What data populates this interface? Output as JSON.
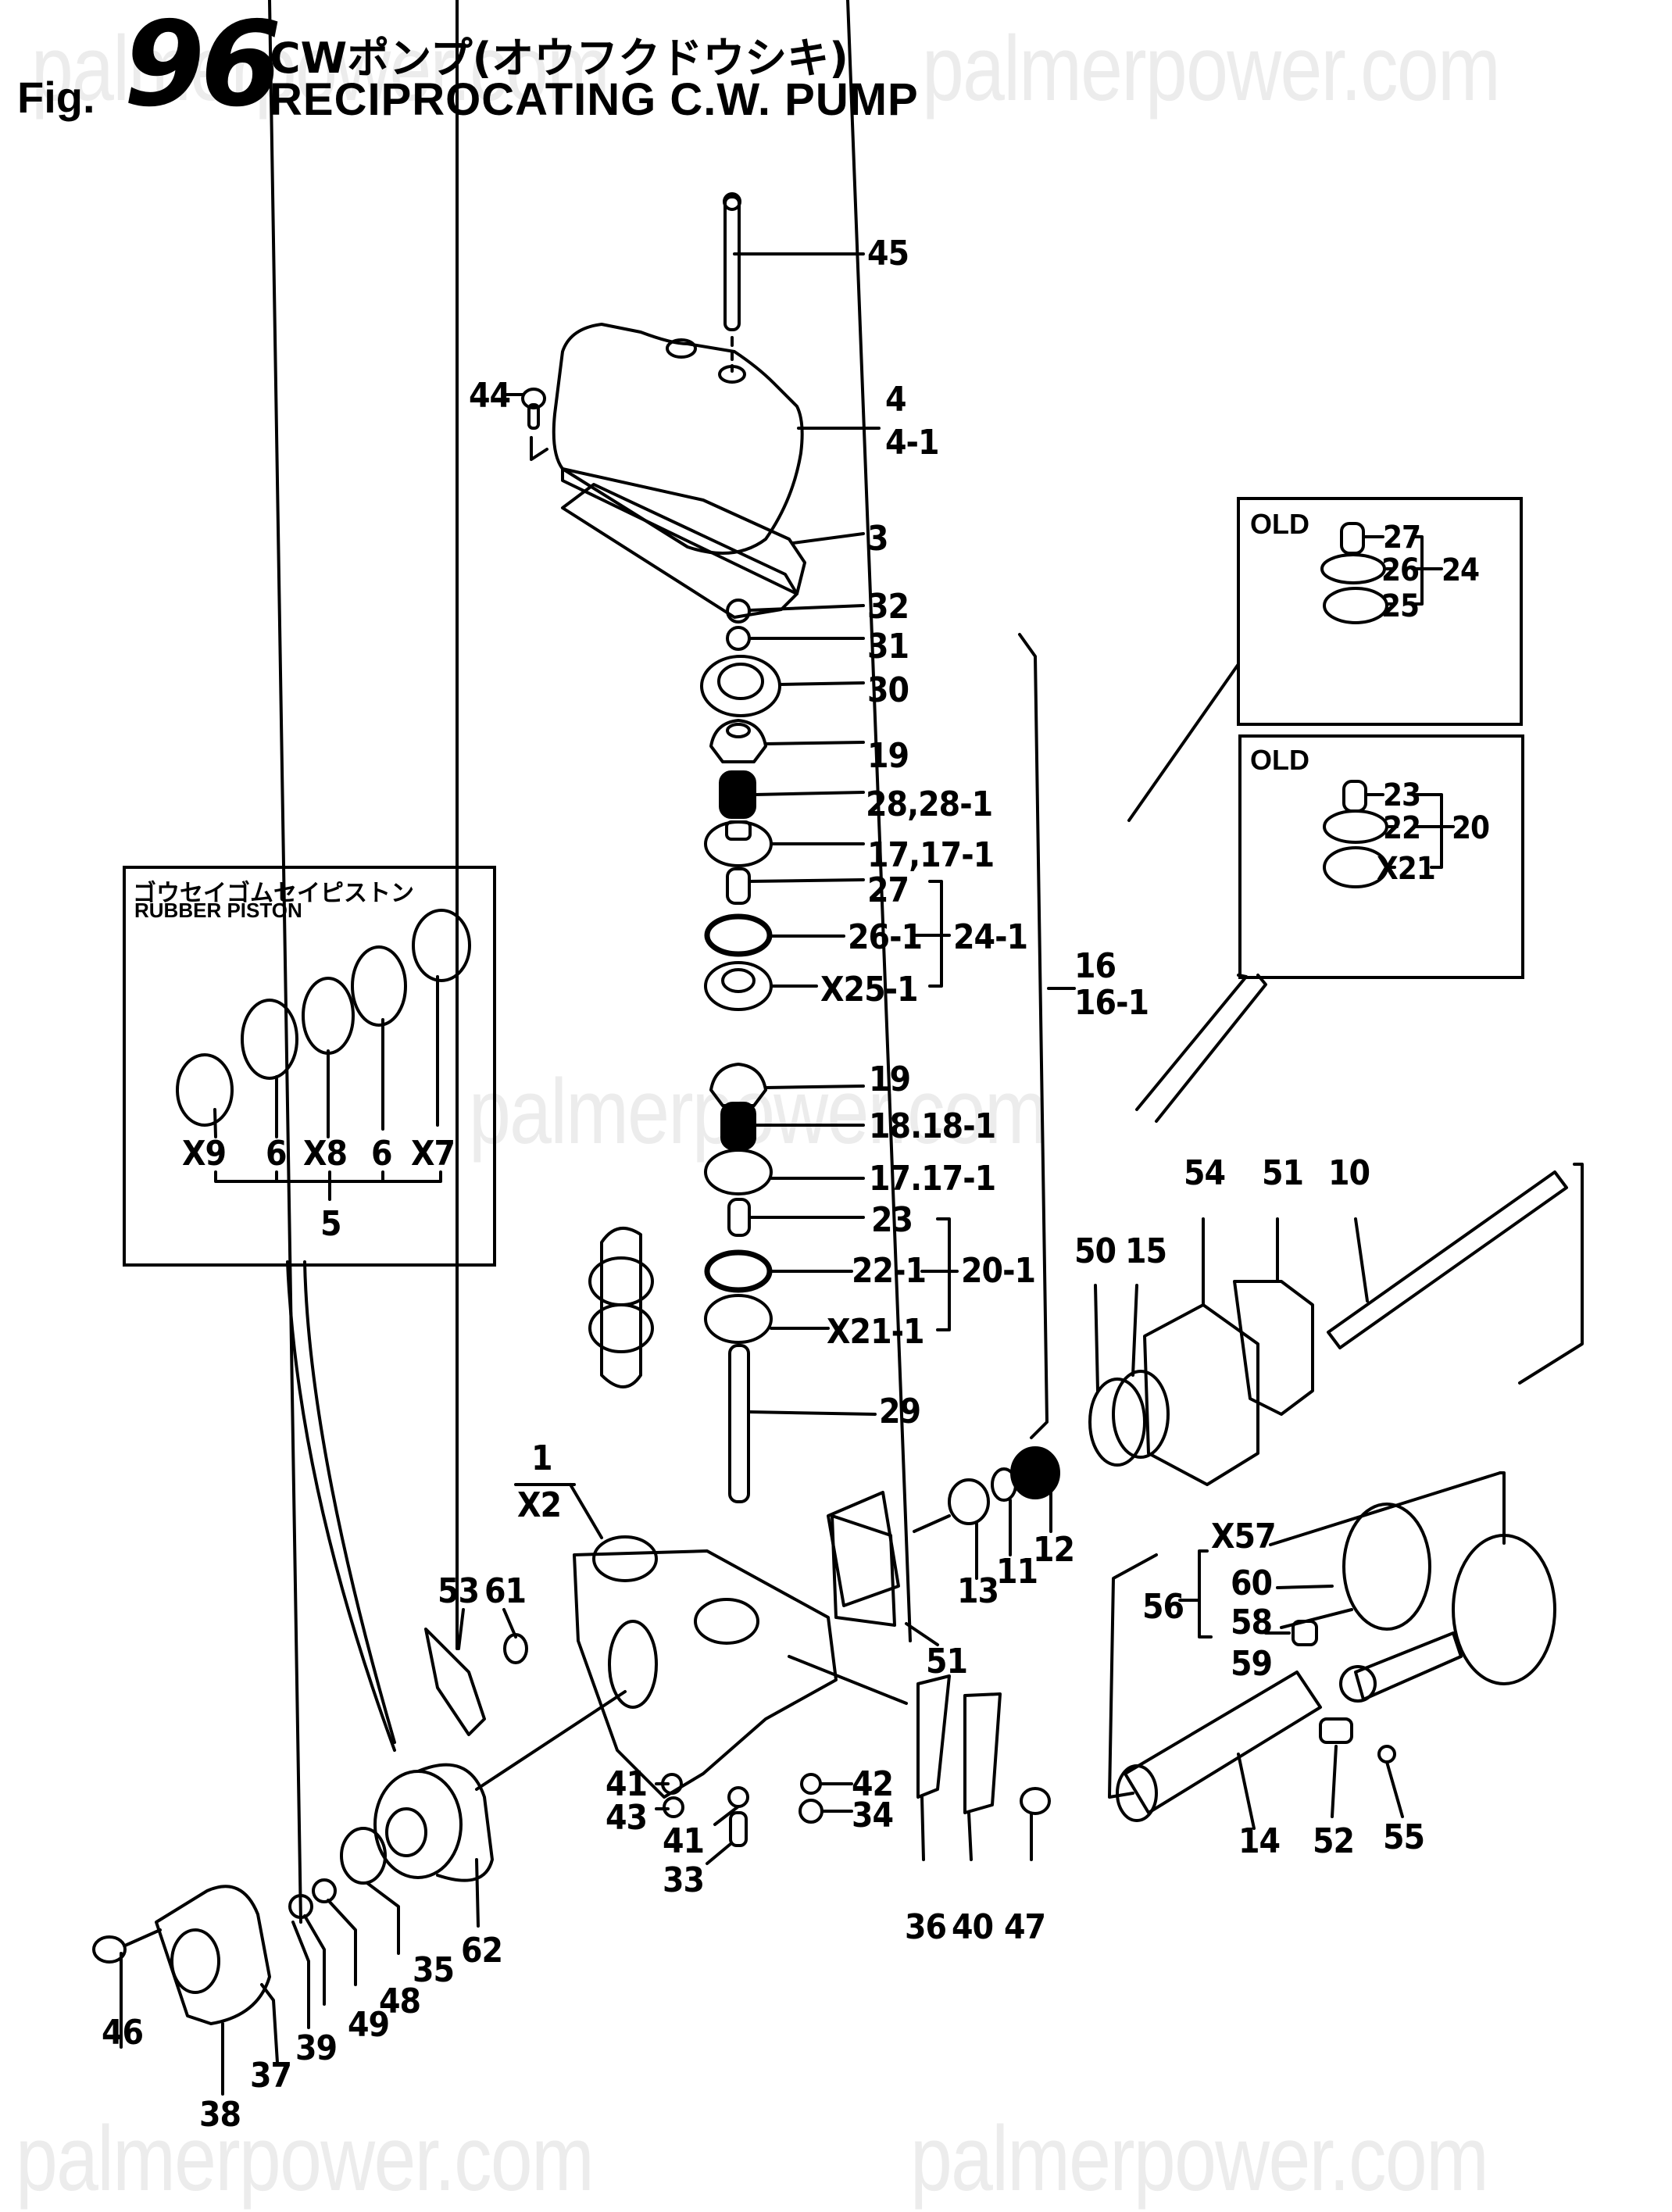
{
  "figure": {
    "prefix": "Fig.",
    "number": "96",
    "title_jp": "CWポンプ(オウフクドウシキ)",
    "title_en": "RECIPROCATING C.W. PUMP"
  },
  "watermark": "palmerpower.com",
  "insets": {
    "rubber_piston": {
      "title_jp": "ゴウセイゴムセイピストン",
      "title_en": "RUBBER PISTON",
      "parts": [
        "X9",
        "6",
        "X8",
        "6",
        "X7"
      ],
      "assembly": "5"
    },
    "old_upper": {
      "title": "OLD",
      "parts": [
        "27",
        "26",
        "25"
      ],
      "assembly": "24"
    },
    "old_lower": {
      "title": "OLD",
      "parts": [
        "23",
        "22",
        "X21"
      ],
      "assembly": "20"
    }
  },
  "callouts": {
    "c45": "45",
    "c44": "44",
    "c4": "4",
    "c4_1": "4-1",
    "c3": "3",
    "c32": "32",
    "c31": "31",
    "c30": "30",
    "c19a": "19",
    "c28": "28,28-1",
    "c17a": "17,17-1",
    "c27": "27",
    "c26_1": "26-1",
    "c24_1": "24-1",
    "c25_1": "X25-1",
    "c16": "16",
    "c16_1": "16-1",
    "c19b": "19",
    "c18": "18.18-1",
    "c17b": "17.17-1",
    "c23": "23",
    "c22_1": "22-1",
    "c20_1": "20-1",
    "c21_1": "X21-1",
    "c29": "29",
    "c1": "1",
    "cx2": "X2",
    "c54": "54",
    "c51a": "51",
    "c10": "10",
    "c50": "50",
    "c15": "15",
    "c13": "13",
    "c11": "11",
    "c12": "12",
    "c51b": "51",
    "c53": "53",
    "c61": "61",
    "cx57": "X57",
    "c60": "60",
    "c58": "58",
    "c56": "56",
    "c59": "59",
    "c14": "14",
    "c52": "52",
    "c55": "55",
    "c41a": "41",
    "c43": "43",
    "c41b": "41",
    "c33": "33",
    "c42": "42",
    "c34": "34",
    "c36": "36",
    "c40": "40",
    "c47": "47",
    "c62": "62",
    "c35": "35",
    "c48": "48",
    "c49": "49",
    "c39": "39",
    "c37": "37",
    "c38": "38",
    "c46": "46"
  }
}
